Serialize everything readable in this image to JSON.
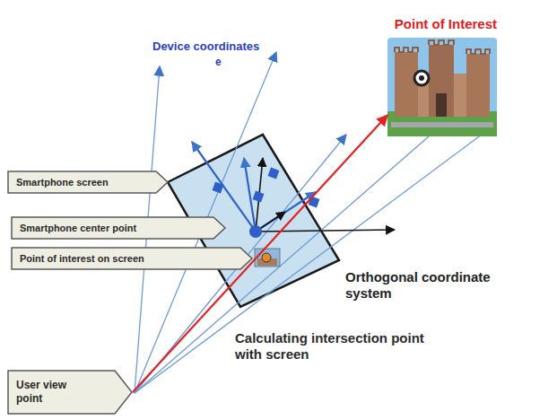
{
  "diagram": {
    "nodes": [
      {
        "text": [
          "Point of Interest"
        ]
      },
      {
        "text": [
          "Smartphone screen"
        ]
      },
      {
        "text": [
          "Smartphone center point"
        ]
      },
      {
        "text": [
          "Point of interest on screen"
        ]
      },
      {
        "text": [
          "User view point"
        ]
      }
    ],
    "edges": [
      {
        "from": 4,
        "to": 0,
        "arrow": "to"
      }
    ],
    "labels": [
      "Device coordinates",
      "e",
      "Orthogonal coordinate system",
      "Calculating intersection point with screen"
    ]
  }
}
